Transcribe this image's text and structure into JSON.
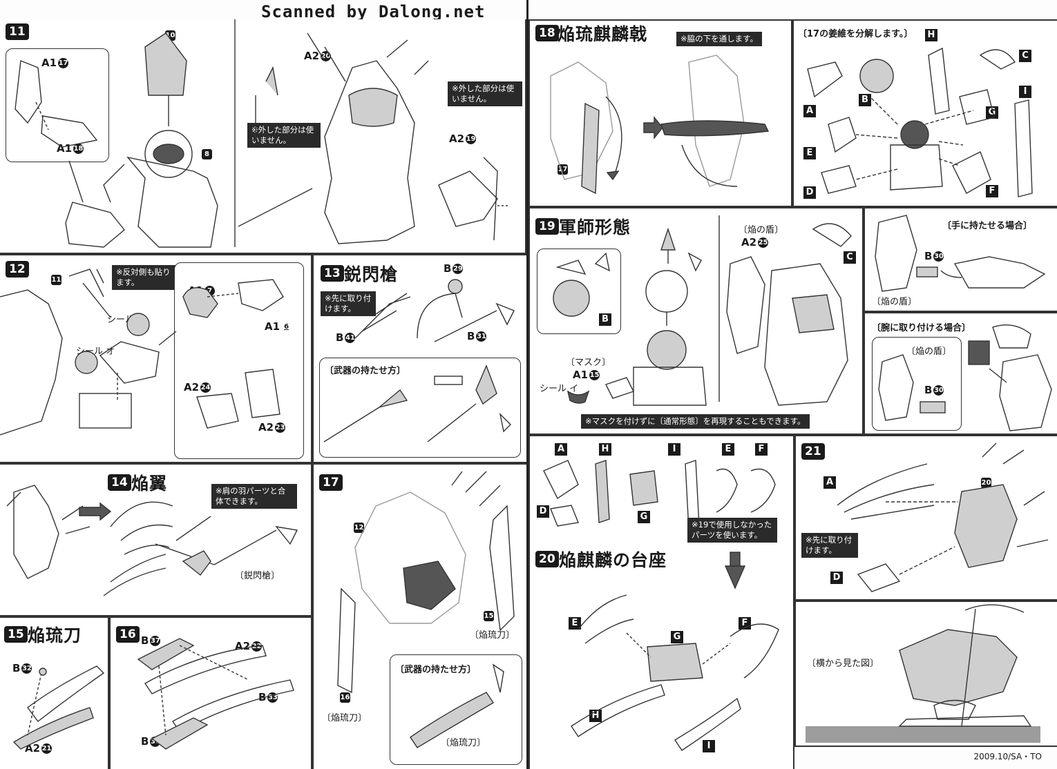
{
  "watermark": "Scanned by Dalong.net",
  "footer": "2009.10/SA・TO",
  "steps": {
    "s11": {
      "num": "11",
      "notes": [
        "※外した部分は使いません。",
        "※外した部分は使いません。"
      ],
      "labels": {
        "a": "A1",
        "a_n": "17",
        "b": "A1",
        "b_n": "18",
        "c": "A2",
        "c_n": "20",
        "d": "A2",
        "d_n": "19",
        "p10": "10",
        "p8": "8"
      }
    },
    "s12": {
      "num": "12",
      "note": "※反対側も貼ります。",
      "sticker1": "シール",
      "sticker1_k": "オ",
      "sticker2": "シール",
      "sticker2_k": "オ",
      "p11": "11",
      "labels": {
        "a17": "A1",
        "a17_n": "7",
        "a16": "A1",
        "a16_n": "6",
        "a24": "A2",
        "a24_n": "24",
        "a23": "A2",
        "a23_n": "23"
      }
    },
    "s13": {
      "num": "13",
      "title": "鋭閃槍",
      "note": "※先に取り付けます。",
      "labels": {
        "b29": "B",
        "b29_n": "29",
        "b41": "B",
        "b41_n": "41",
        "b31": "B",
        "b31_n": "31"
      },
      "sub": "〔武器の持たせ方〕"
    },
    "s14": {
      "num": "14",
      "title": "焔翼",
      "note": "※肩の羽パーツと合体できます。",
      "weapon": "〔鋭閃槍〕"
    },
    "s15": {
      "num": "15",
      "title": "焔琉刀",
      "labels": {
        "b32": "B",
        "b32_n": "32",
        "a21": "A2",
        "a21_n": "21"
      }
    },
    "s16": {
      "num": "16",
      "labels": {
        "b37": "B",
        "b37_n": "37",
        "a22": "A2",
        "a22_n": "22",
        "b33": "B",
        "b33_n": "33",
        "b36": "B",
        "b36_n": "36"
      }
    },
    "s17": {
      "num": "17",
      "p12": "12",
      "p15": "15",
      "p16": "16",
      "w15": "〔焔琉刀〕",
      "w16": "〔焔琉刀〕",
      "sub": "〔武器の持たせ方〕",
      "sub_w": "〔焔琉刀〕"
    },
    "s18": {
      "num": "18",
      "title": "焔琉麒麟戟",
      "note": "※脇の下を通します。",
      "p17": "17",
      "head": "〔17の姜維を分解します。〕",
      "parts": [
        "A",
        "B",
        "C",
        "D",
        "E",
        "F",
        "G",
        "H",
        "I"
      ]
    },
    "s19": {
      "num": "19",
      "title": "軍師形態",
      "shield": "〔焔の盾〕",
      "a25": "A2",
      "a25_n": "25",
      "mask": "〔マスク〕",
      "a15": "A1",
      "a15_n": "15",
      "sticker": "シール",
      "sticker_k": "イ",
      "note": "※マスクを付けずに〔通常形態〕を再現することもできます。",
      "hand": "〔手に持たせる場合〕",
      "arm": "〔腕に取り付ける場合〕",
      "b30": "B",
      "b30_n": "30",
      "shield2": "〔焔の盾〕",
      "shield3": "〔焔の盾〕",
      "b30b": "B",
      "b30b_n": "30"
    },
    "s20": {
      "num": "20",
      "title": "焔麒麟の台座",
      "note": "※19で使用しなかったパーツを使います。"
    },
    "s21": {
      "num": "21",
      "p20": "20",
      "note": "※先に取り付けます。",
      "side": "〔横から見た図〕"
    }
  }
}
